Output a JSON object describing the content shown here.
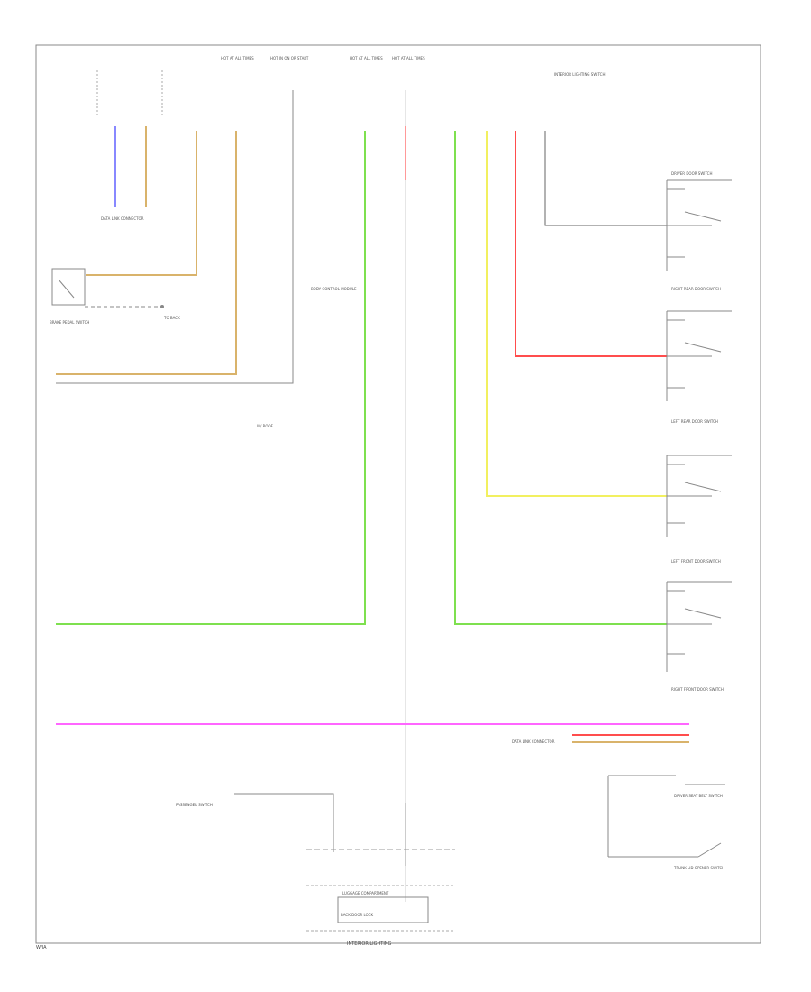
{
  "colors": {
    "green": "#7ee04f",
    "yellow": "#f2f060",
    "red": "#ff4d4d",
    "magenta": "#ff66ff",
    "tan": "#d9b36b",
    "blue": "#8888ff",
    "black": "#666666",
    "frame": "#888888"
  },
  "labels": {
    "fuse_1": "HOT AT ALL TIMES",
    "fuse_2": "HOT IN ON OR START",
    "fuse_3": "HOT AT ALL TIMES",
    "fuse_4": "HOT AT ALL TIMES",
    "top_right": "INTERIOR LIGHTING SWITCH",
    "left_conn": "DATA LINK CONNECTOR",
    "brake": "BRAKE PEDAL SWITCH",
    "left_mid": "TO BACK",
    "center_mid": "BODY CONTROL MODULE",
    "sw1": "DRIVER DOOR SWITCH",
    "sw2": "RIGHT REAR DOOR SWITCH",
    "sw3": "LEFT REAR DOOR SWITCH",
    "sw4": "LEFT FRONT DOOR SWITCH",
    "sw5": "RIGHT FRONT DOOR SWITCH",
    "legend_mid": "W/ ROOF",
    "lower_right_conn": "DATA LINK CONNECTOR",
    "bottom_left_sw": "PASSENGER SWITCH",
    "bottom_right_1": "DRIVER SEAT BELT SWITCH",
    "bottom_right_2": "TRUNK LID OPENER SWITCH",
    "bottom_center": "BACK DOOR LOCK",
    "bottom_box": "LUGGAGE COMPARTMENT",
    "page_number_left": "W/IA",
    "footer_center": "INTERIOR LIGHTING"
  }
}
